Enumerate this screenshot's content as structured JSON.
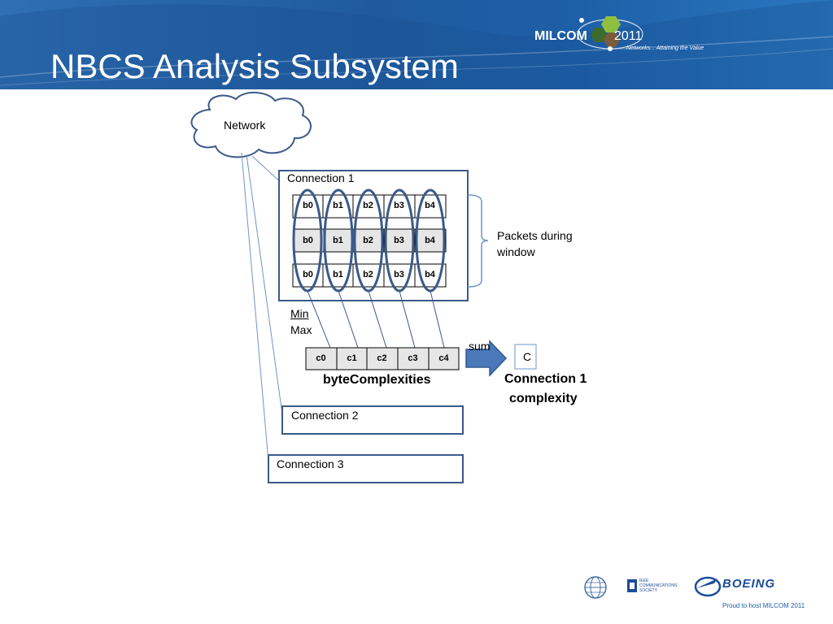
{
  "header": {
    "title": "NBCS Analysis Subsystem",
    "milcom_word": "MILCOM",
    "milcom_year": "2011",
    "milcom_tagline": "Networks... Attaining the Value",
    "background_color": "#2166ac"
  },
  "diagram": {
    "network_label": "Network",
    "connection1_label": "Connection 1",
    "connection2_label": "Connection 2",
    "connection3_label": "Connection 3",
    "packet_rows": [
      [
        "b0",
        "b1",
        "b2",
        "b3",
        "b4"
      ],
      [
        "b0",
        "b1",
        "b2",
        "b3",
        "b4"
      ],
      [
        "b0",
        "b1",
        "b2",
        "b3",
        "b4"
      ]
    ],
    "packets_label_line1": "Packets during",
    "packets_label_line2": "window",
    "min_label": "Min",
    "max_label": "Max",
    "complexity_cells": [
      "c0",
      "c1",
      "c2",
      "c3",
      "c4"
    ],
    "byte_complexities_label": "byteComplexities",
    "sum_label": "sum",
    "result_label": "C",
    "connection_complexity_line1": "Connection 1",
    "connection_complexity_line2": "complexity",
    "box_border_color": "#3b5a8a",
    "arrow_color": "#4a78b8"
  },
  "footer": {
    "ieee_text": "IEEE COMMUNICATIONS SOCIETY",
    "boeing_text": "BOEING",
    "proud_text": "Proud to host MILCOM 2011"
  }
}
